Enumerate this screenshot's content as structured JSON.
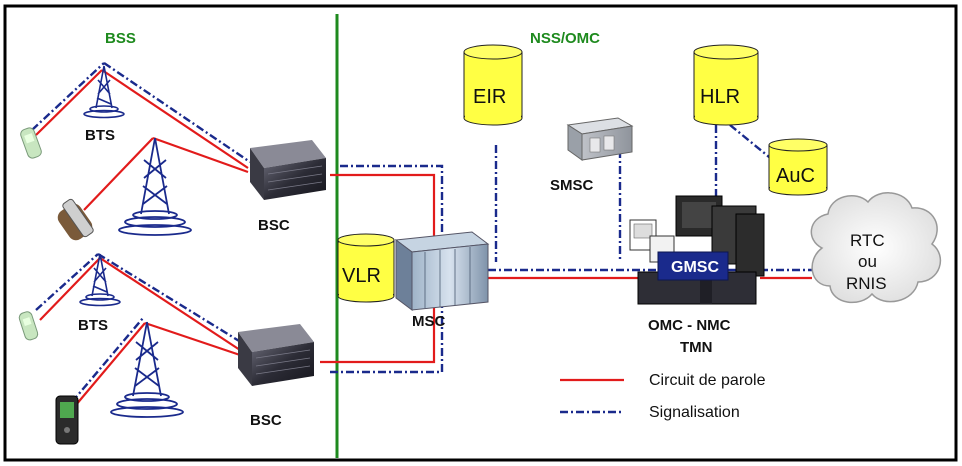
{
  "regions": {
    "bss": "BSS",
    "nss": "NSS/OMC"
  },
  "labels": {
    "bts_top": "BTS",
    "bts_bottom": "BTS",
    "bsc_top": "BSC",
    "bsc_bottom": "BSC",
    "msc": "MSC",
    "smsc": "SMSC",
    "omc_line1": "OMC - NMC",
    "omc_line2": "TMN"
  },
  "databases": {
    "eir": "EIR",
    "hlr": "HLR",
    "auc": "AuC",
    "vlr": "VLR"
  },
  "gmsc": "GMSC",
  "cloud": {
    "line1": "RTC",
    "line2": "ou",
    "line3": "RNIS"
  },
  "legend": {
    "speech": "Circuit de parole",
    "signal": "Signalisation"
  },
  "colors": {
    "speech_line": "#e21b1b",
    "signal_line": "#1a2a8c",
    "region_divider": "#1e8a1e",
    "database": "#ffff44",
    "gmsc_bg": "#1a2a8c"
  }
}
